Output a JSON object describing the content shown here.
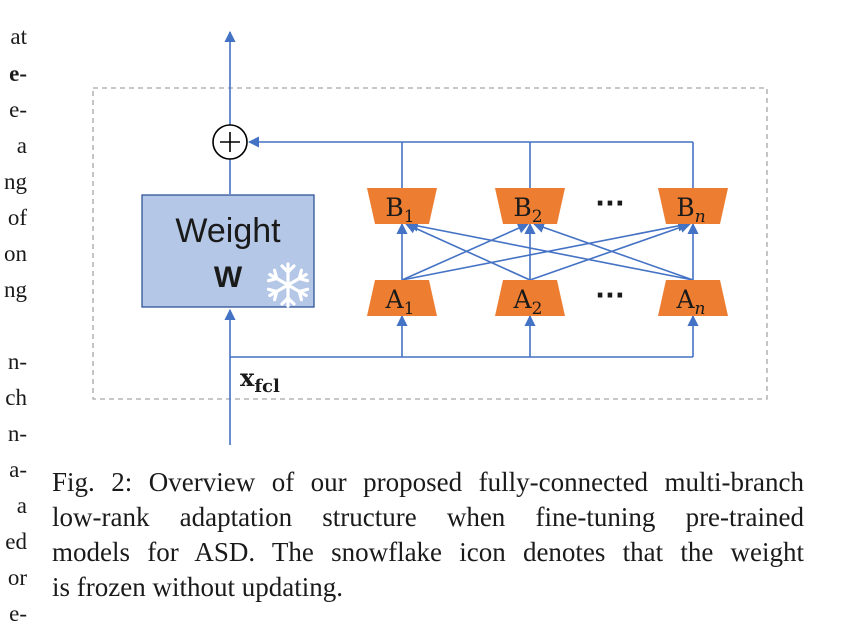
{
  "left_column_fragments": [
    "at",
    "e-",
    "e-",
    "a",
    "ng",
    "of",
    "on",
    "ng",
    "n-",
    "ch",
    "n-",
    "a-",
    "a",
    "ed",
    "or",
    "e-"
  ],
  "figure": {
    "weight_label": "Weight",
    "weight_symbol": "W",
    "snowflake_icon": "snowflake-icon",
    "plus_symbol": "+",
    "input_label": "x",
    "input_subscript": "fcl",
    "b_blocks": [
      {
        "letter": "B",
        "sub": "1"
      },
      {
        "letter": "B",
        "sub": "2"
      },
      {
        "letter": "B",
        "sub": "n"
      }
    ],
    "a_blocks": [
      {
        "letter": "A",
        "sub": "1"
      },
      {
        "letter": "A",
        "sub": "2"
      },
      {
        "letter": "A",
        "sub": "n"
      }
    ],
    "ellipsis": "···"
  },
  "caption": {
    "lines": [
      "Fig. 2: Overview of our proposed fully-connected multi-branch",
      "low-rank adaptation structure when fine-tuning pre-trained",
      "models for ASD. The snowflake icon denotes that the weight",
      "is frozen without updating."
    ]
  },
  "colors": {
    "arrow": "#4472c4",
    "orange": "#ed7d31",
    "weight_fill": "#b4c7e7",
    "weight_stroke": "#2f5597",
    "dashed_box": "#a6a6a6"
  }
}
